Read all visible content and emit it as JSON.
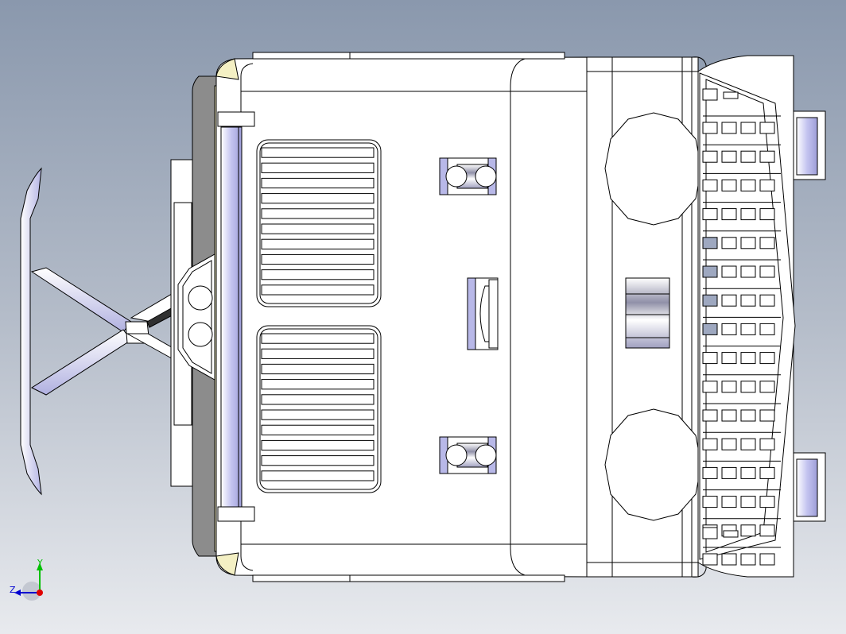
{
  "viewport": {
    "background_top": "#8a98ad",
    "background_bottom": "#e8eaee"
  },
  "model": {
    "line_color": "#000000",
    "body_fill": "#ffffff",
    "shade_color": "#b8b8e8",
    "dark_shade": "#8c8ca6",
    "grey_panel": "#8c8c8c",
    "highlight_yellow": "#f4f0c4",
    "seat_slats": 10,
    "grille_rows": 16,
    "grille_cols": 4
  },
  "triad": {
    "y_label": "Y",
    "z_label": "Z",
    "y_color": "#00c000",
    "z_color": "#0000d0",
    "x_color": "#e00000"
  }
}
